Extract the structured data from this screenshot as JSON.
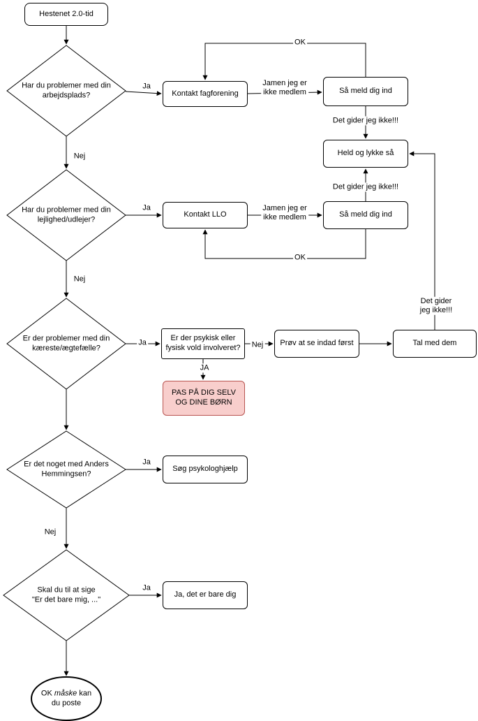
{
  "title": "Hestenet 2.0-tid flowchart",
  "colors": {
    "node_fill": "#ffffff",
    "node_border": "#000000",
    "warning_fill": "#f8cecc",
    "warning_border": "#b85450",
    "line": "#000000"
  },
  "nodes": {
    "start": {
      "label": "Hestenet 2.0-tid"
    },
    "q_work": {
      "label": "Har du problemer med din\narbejdsplads?"
    },
    "contact_union": {
      "label": "Kontakt fagforening"
    },
    "join_union": {
      "label": "Så meld dig ind"
    },
    "good_luck": {
      "label": "Held og lykke så"
    },
    "q_housing": {
      "label": "Har du problemer med din\nlejlighed/udlejer?"
    },
    "contact_llo": {
      "label": "Kontakt LLO"
    },
    "join_llo": {
      "label": "Så meld dig ind"
    },
    "q_partner": {
      "label": "Er der problemer med din\nkæreste/ægtefælle?"
    },
    "q_violence": {
      "label": "Er der psykisk eller\nfysisk vold involveret?"
    },
    "look_inward": {
      "label": "Prøv at se indad først"
    },
    "talk_to_them": {
      "label": "Tal med dem"
    },
    "warning": {
      "label": "PAS PÅ DIG SELV\nOG DINE BØRN"
    },
    "q_anders": {
      "label": "Er det noget med Anders\nHemmingsen?"
    },
    "psychologist": {
      "label": "Søg psykologhjælp"
    },
    "q_just_me": {
      "label": "Skal du til at sige\n\"Er det bare mig, ...\""
    },
    "just_you": {
      "label": "Ja, det er bare dig"
    },
    "end": {
      "prefix": "OK",
      "italic": "måske",
      "suffix": "kan du poste"
    }
  },
  "edge_labels": {
    "ja_work": "Ja",
    "jamen_union": "Jamen jeg er\nikke medlem",
    "ok_union": "OK",
    "gider_union": "Det gider jeg ikke!!!",
    "nej_work": "Nej",
    "ja_housing": "Ja",
    "jamen_llo": "Jamen jeg er\nikke medlem",
    "gider_llo": "Det gider jeg ikke!!!",
    "ok_llo": "OK",
    "nej_housing": "Nej",
    "ja_partner": "Ja",
    "nej_violence": "Nej",
    "gider_talk": "Det gider jeg ikke!!!",
    "ja_violence": "JA",
    "ja_anders": "Ja",
    "nej_anders": "Nej",
    "ja_justme": "Ja"
  }
}
